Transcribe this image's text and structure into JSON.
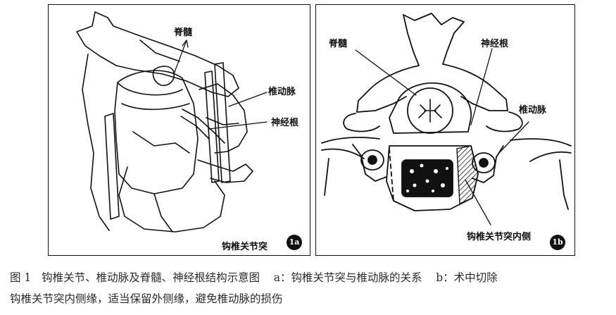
{
  "panel_a": {
    "labels": {
      "spinal_cord": "脊髓",
      "vertebral_artery": "椎动脉",
      "nerve_root": "神经根",
      "uncovertebral": "钩椎关节突"
    },
    "badge": "1a"
  },
  "panel_b": {
    "labels": {
      "spinal_cord": "脊髓",
      "nerve_root": "神经根",
      "vertebral_artery": "椎动脉",
      "uncovertebral_medial": "钩椎关节突内侧"
    },
    "badge": "1b"
  },
  "caption": {
    "line1": "图 1   钩椎关节、椎动脉及脊髓、神经根结构示意图    a：钩椎关节突与椎动脉的关系    b：术中切除",
    "line2": "钩椎关节突内侧缘，适当保留外侧缘，避免椎动脉的损伤"
  }
}
